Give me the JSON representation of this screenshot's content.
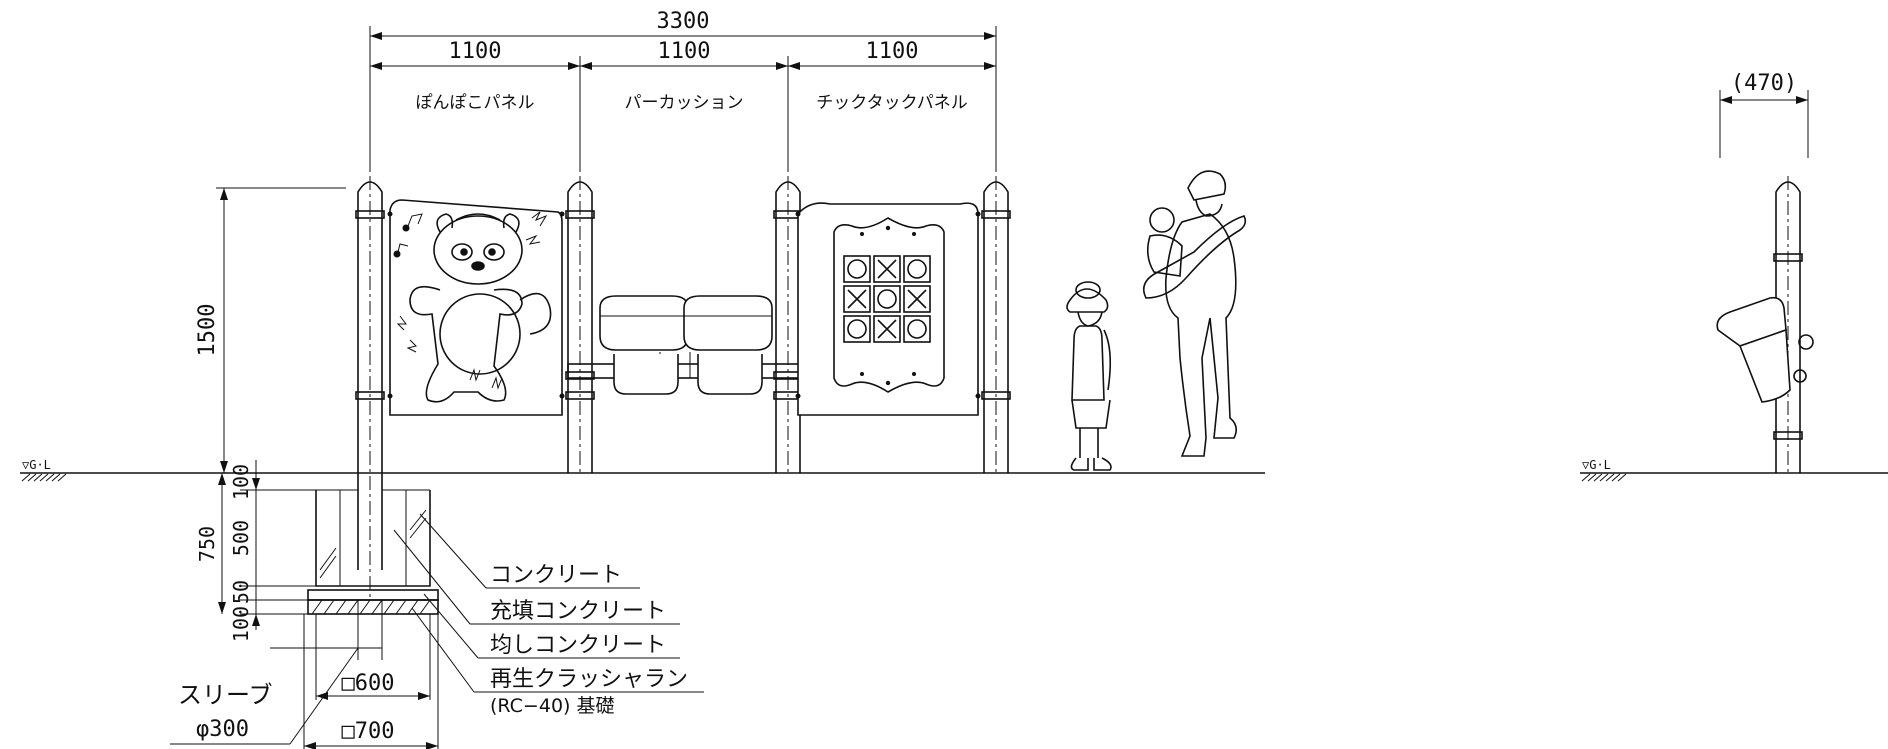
{
  "dimensions": {
    "overall_width": "3300",
    "segment_1": "1100",
    "segment_2": "1100",
    "segment_3": "1100",
    "height": "1500",
    "side_depth": "(470)",
    "found_total": "750",
    "found_top": "100",
    "found_body": "500",
    "found_gravel": "50",
    "found_base": "100",
    "square_600": "□600",
    "square_700": "□700"
  },
  "panels": {
    "left": "ぽんぽこパネル",
    "middle": "パーカッション",
    "right": "チックタックパネル"
  },
  "ground": {
    "front_label": "▽G·L",
    "side_label": "▽G·L"
  },
  "legend": {
    "concrete": "コンクリート",
    "fill_concrete": "充填コンクリート",
    "leveling_concrete": "均しコンクリート",
    "recycled_crusher": "再生クラッシャラン",
    "foundation": "(RC−40) 基礎",
    "sleeve": "スリーブ",
    "sleeve_dia": "φ300"
  },
  "tictactoe": [
    "O",
    "X",
    "O",
    "X",
    "O",
    "X",
    "O",
    "X",
    "O"
  ]
}
